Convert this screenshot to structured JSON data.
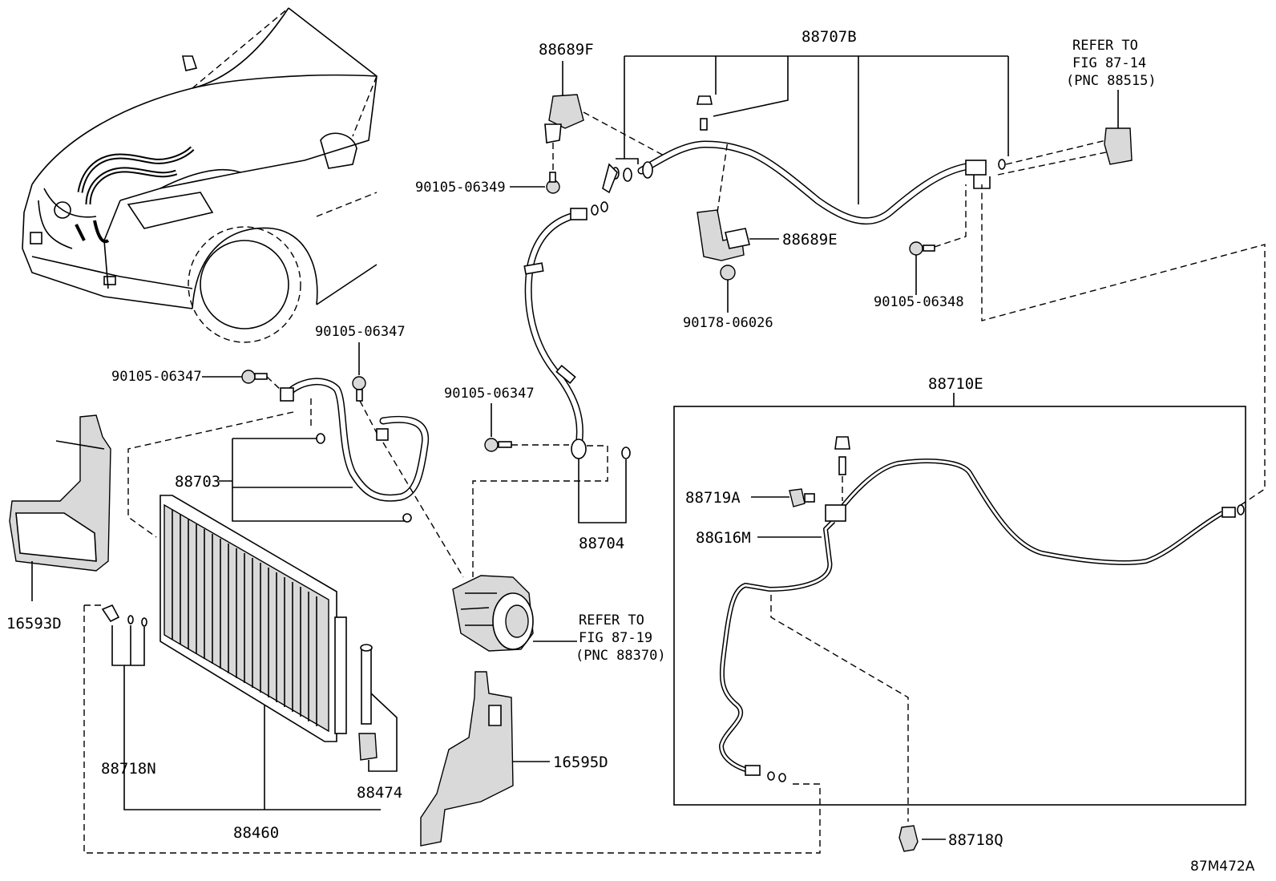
{
  "labels": {
    "p88689F": "88689F",
    "p88707B": "88707B",
    "refer1_l1": "REFER TO",
    "refer1_l2": "FIG 87-14",
    "refer1_l3": "(PNC 88515)",
    "p90105_06349": "90105-06349",
    "p88689E": "88689E",
    "p90178_06026": "90178-06026",
    "p90105_06348": "90105-06348",
    "p90105_06347_a": "90105-06347",
    "p90105_06347_b": "90105-06347",
    "p90105_06347_c": "90105-06347",
    "p88703": "88703",
    "p88704": "88704",
    "p88710E": "88710E",
    "p88719A": "88719A",
    "p88G16M": "88G16M",
    "p16593D": "16593D",
    "refer2_l1": "REFER TO",
    "refer2_l2": "FIG 87-19",
    "refer2_l3": "(PNC 88370)",
    "p88718N": "88718N",
    "p88474": "88474",
    "p88460": "88460",
    "p16595D": "16595D",
    "p88718Q": "88718Q",
    "figure_id": "87M472A"
  }
}
